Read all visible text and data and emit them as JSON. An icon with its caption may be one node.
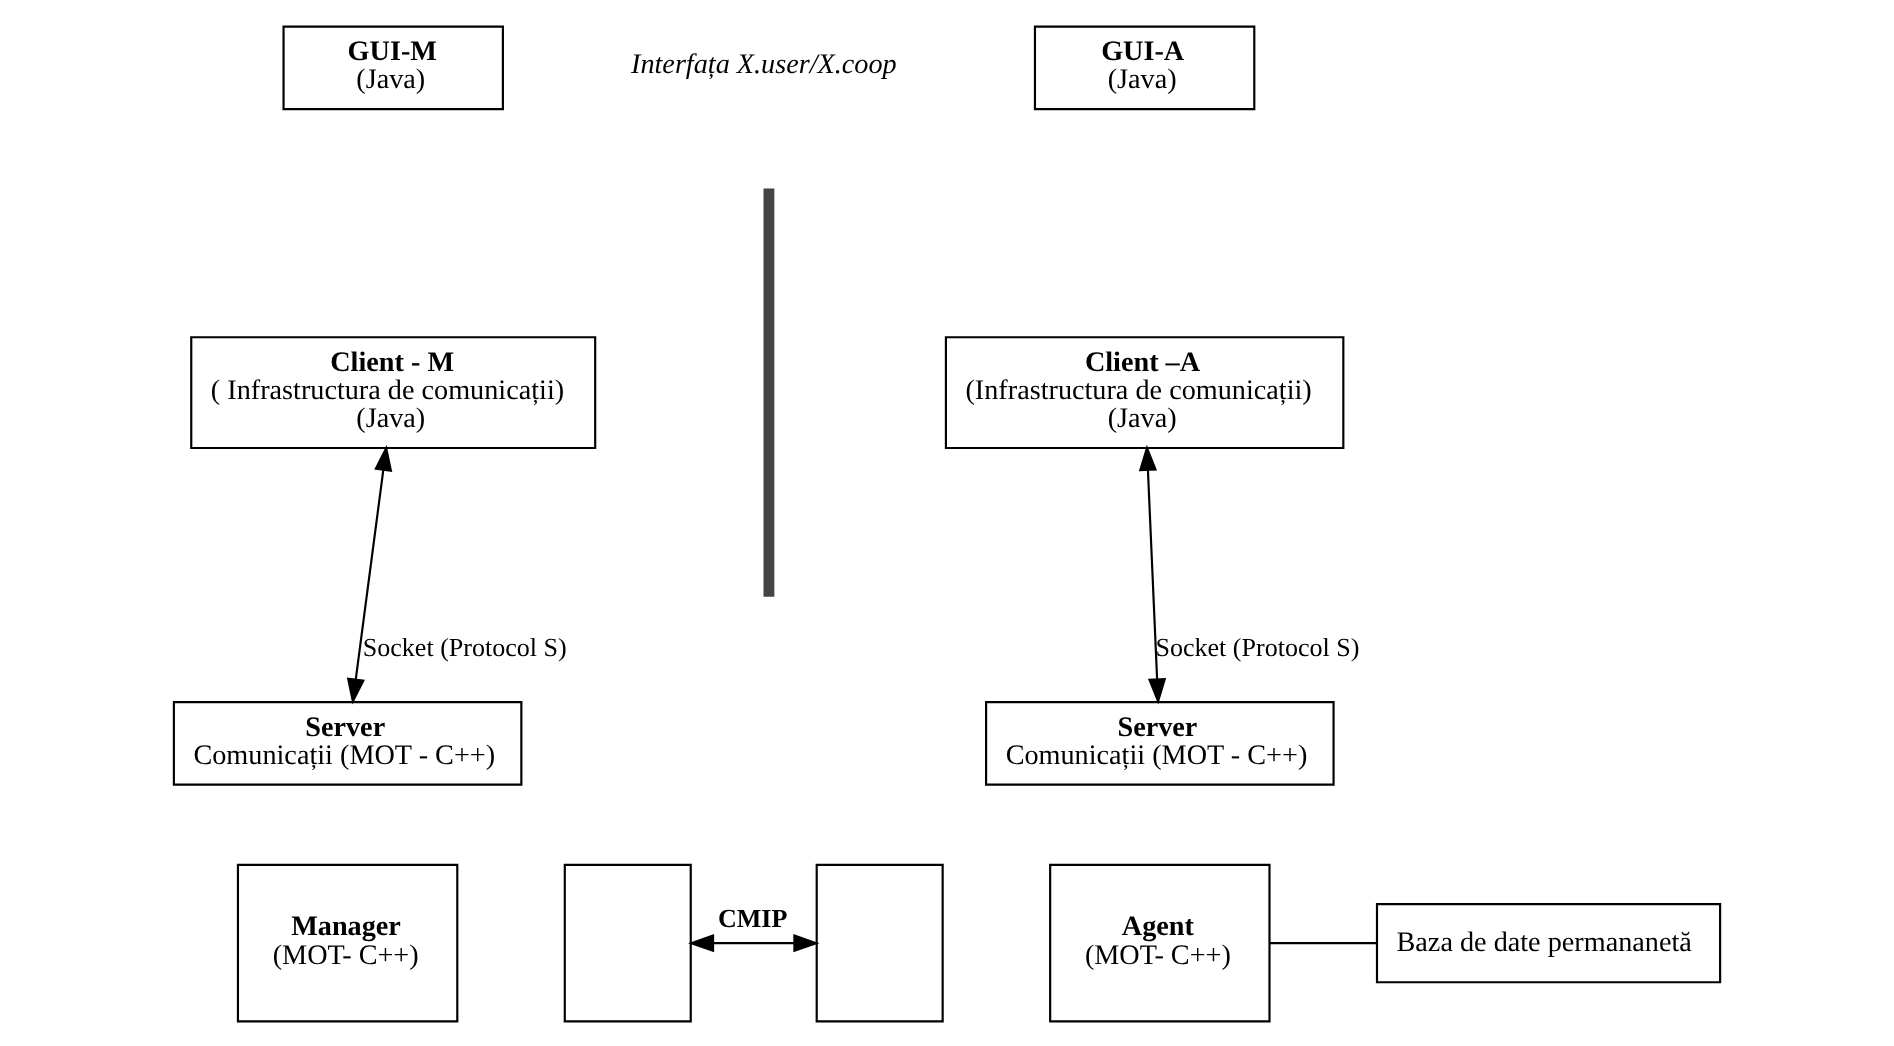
{
  "diagram": {
    "nodes": [
      {
        "text": [
          "GUI-M",
          "(Java)"
        ]
      },
      {
        "text": [
          "Client - M",
          "( Infrastructura de comunicații)",
          "(Java)"
        ]
      },
      {
        "text": [
          "Server",
          "Comunicații (MOT - C++)"
        ]
      },
      {
        "text": [
          "Manager",
          "(MOT- C++)"
        ]
      },
      {
        "text": [],
        "shape": "box"
      },
      {
        "text": [],
        "shape": "box"
      },
      {
        "text": [
          "GUI-A",
          "(Java)"
        ]
      },
      {
        "text": [
          "Client –A",
          "(Infrastructura de comunicații)",
          "(Java)"
        ]
      },
      {
        "text": [
          "Server",
          "Comunicații (MOT - C++)"
        ]
      },
      {
        "text": [
          "Agent",
          "(MOT- C++)"
        ]
      },
      {
        "text": [
          "Baza de date permananetă"
        ]
      }
    ],
    "edges": [
      {
        "from": 1,
        "to": 2,
        "arrow": "both",
        "label": "Socket (Protocol S)"
      },
      {
        "from": 7,
        "to": 8,
        "arrow": "both",
        "label": "Socket (Protocol S)"
      },
      {
        "from": 4,
        "to": 5,
        "arrow": "both",
        "label": "CMIP"
      },
      {
        "from": 9,
        "to": 10,
        "arrow": "none"
      }
    ],
    "labels": [
      "Interfața X.user/X.coop"
    ]
  }
}
